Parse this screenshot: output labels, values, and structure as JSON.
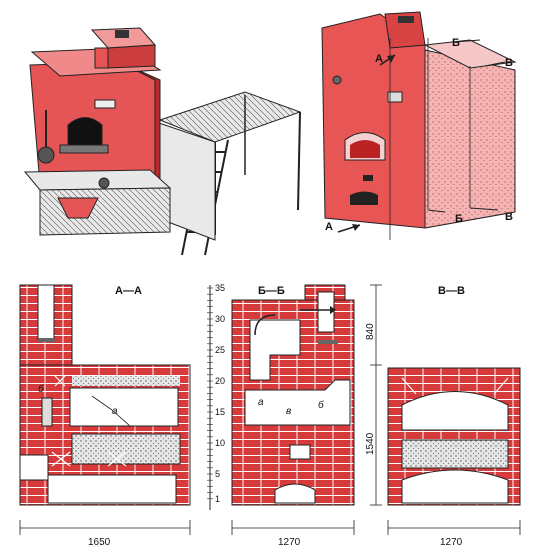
{
  "view3d": {
    "section_a": "А",
    "section_b": "Б",
    "section_v": "В"
  },
  "sections": {
    "aa_title": "А—А",
    "bb_title": "Б—Б",
    "vv_title": "В—В"
  },
  "scale": {
    "ticks": [
      "35",
      "30",
      "25",
      "20",
      "15",
      "10",
      "5",
      "1"
    ]
  },
  "dimensions": {
    "width_aa": "1650",
    "width_bb": "1270",
    "width_vv": "1270",
    "height_top": "840",
    "height_bottom": "1540"
  },
  "labels": {
    "a": "а",
    "b": "б",
    "v": "в"
  },
  "colors": {
    "brick": "#d63a3a",
    "brick_light": "#f0a0a0",
    "mortar": "#ffffff",
    "fill": "#cfcfcf",
    "outline": "#222222",
    "wood": "#dcdcdc"
  }
}
